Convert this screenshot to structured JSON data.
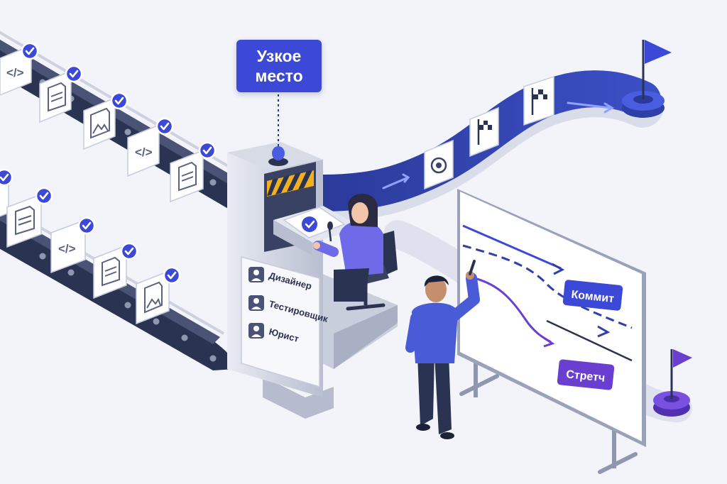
{
  "bottleneck": {
    "line1": "Узкое",
    "line2": "место"
  },
  "roles": [
    "Дизайнер",
    "Тестировщик",
    "Юрист"
  ],
  "whiteboard": {
    "commit_label": "Коммит",
    "stretch_label": "Стретч"
  },
  "colors": {
    "background": "#f3f4f9",
    "brand_blue": "#3b49d6",
    "road_blue": "#2f40a8",
    "purple": "#6a3fcf",
    "conveyor_dark": "#2b3352",
    "check_badge": "#3b49d6"
  },
  "icons": [
    "code-doc-icon",
    "text-doc-icon",
    "image-doc-icon",
    "target-icon",
    "checkered-flag-icon",
    "goal-flag-icon",
    "person-icon",
    "siren-light-icon",
    "check-icon",
    "microphone-icon",
    "arrow-icon"
  ]
}
